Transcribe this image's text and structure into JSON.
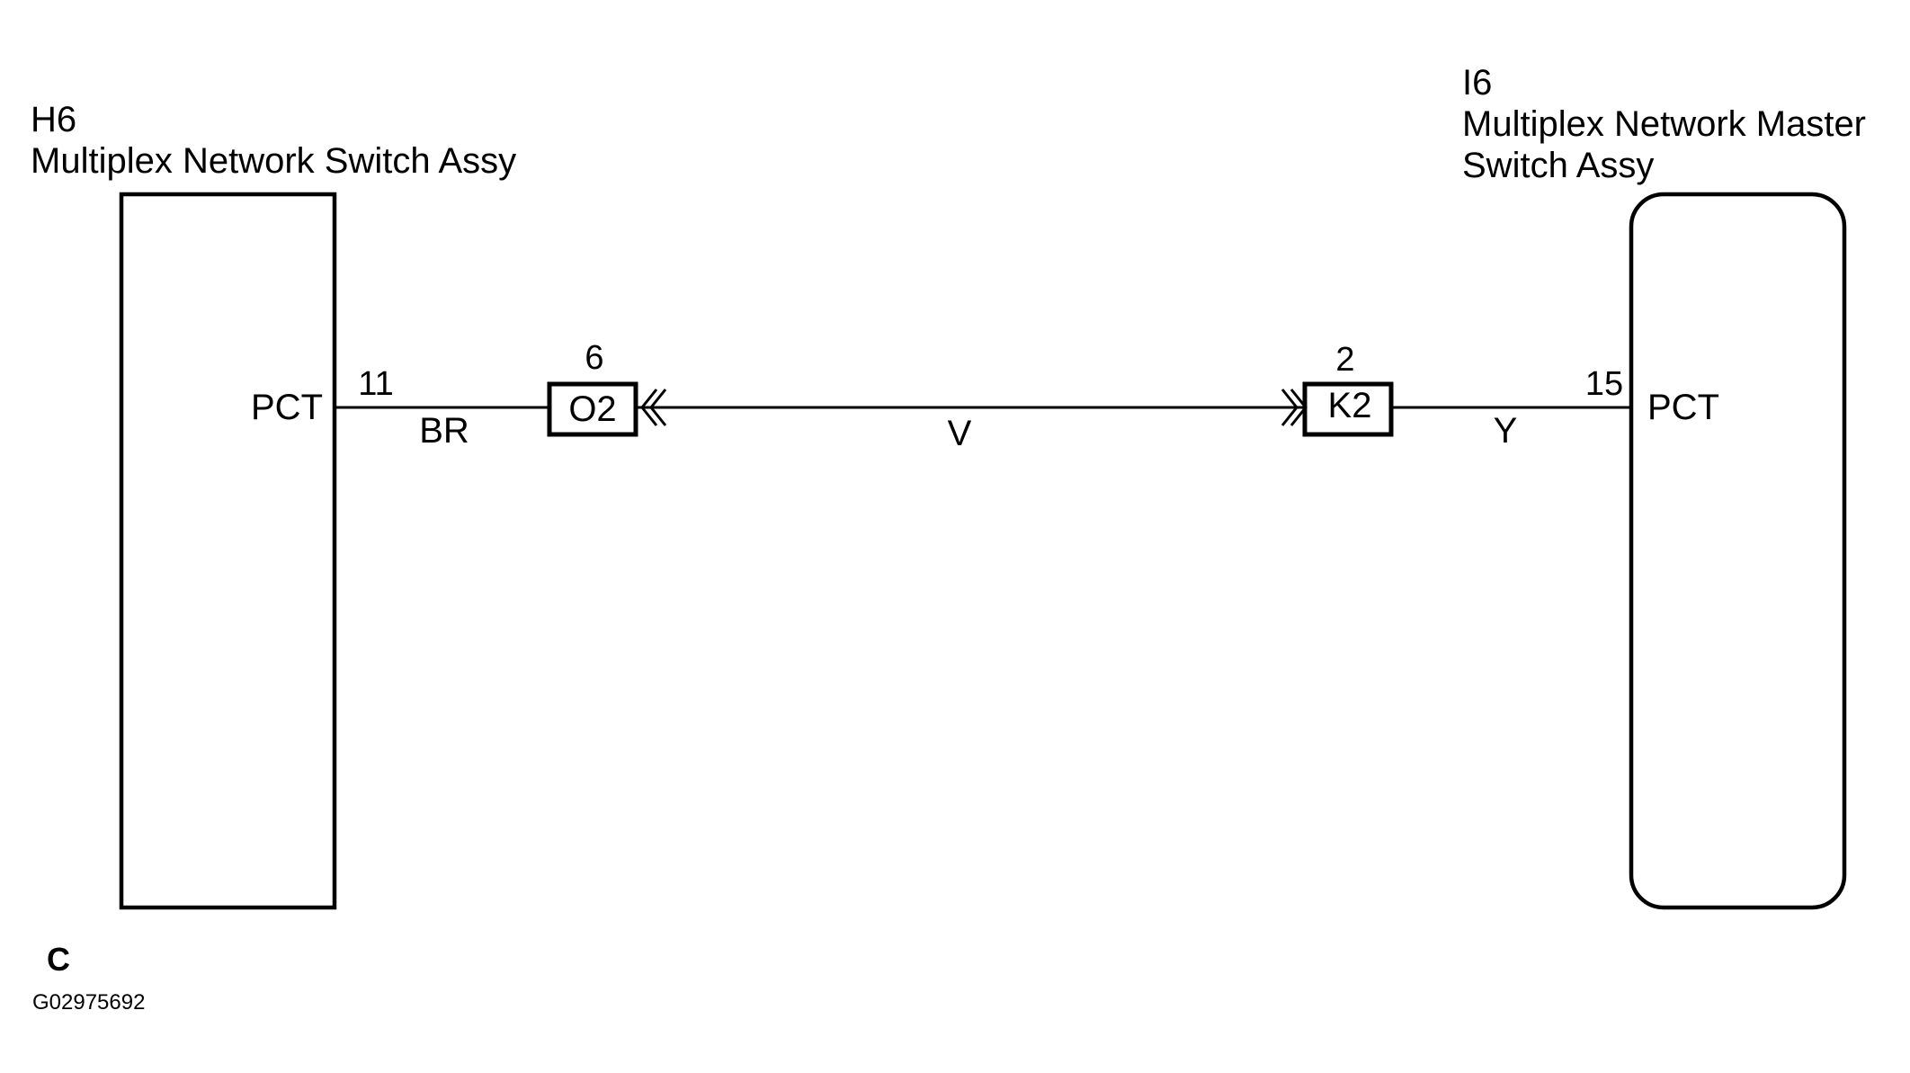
{
  "left_component": {
    "code": "H6",
    "name": "Multiplex Network Switch Assy",
    "terminal_name": "PCT",
    "pin": "11"
  },
  "right_component": {
    "code": "I6",
    "name_line1": "Multiplex Network Master",
    "name_line2": "Switch Assy",
    "terminal_name": "PCT",
    "pin": "15"
  },
  "connector_left": {
    "id": "O2",
    "pin": "6"
  },
  "connector_right": {
    "id": "K2",
    "pin": "2"
  },
  "wires": {
    "left": "BR",
    "middle": "V",
    "right": "Y"
  },
  "footer": {
    "letter": "C",
    "figure_code": "G02975692"
  }
}
